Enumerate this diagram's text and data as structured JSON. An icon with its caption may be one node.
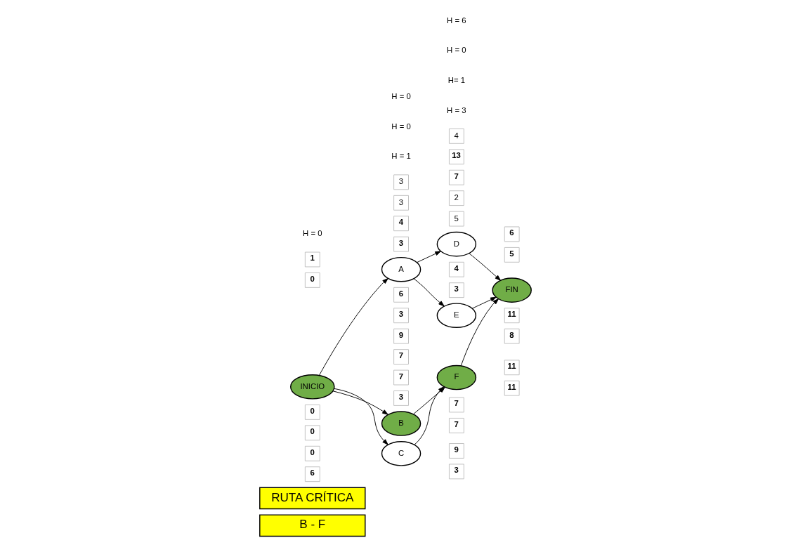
{
  "diagram": {
    "nodes": [
      {
        "text": [
          "RUTA CRÍTICA"
        ]
      },
      {
        "text": [
          "B - F"
        ]
      },
      {
        "text": [
          "INICIO"
        ]
      },
      {
        "text": [
          "A"
        ]
      },
      {
        "text": [
          "B"
        ]
      },
      {
        "text": [
          "C"
        ]
      },
      {
        "text": [
          "D"
        ]
      },
      {
        "text": [
          "E"
        ]
      },
      {
        "text": [
          "F"
        ]
      },
      {
        "text": [
          "FIN"
        ]
      },
      {
        "text": [
          "0"
        ]
      },
      {
        "text": [
          "1"
        ]
      },
      {
        "text": [
          "3"
        ]
      },
      {
        "text": [
          "4"
        ]
      },
      {
        "text": [
          "3"
        ]
      },
      {
        "text": [
          "3"
        ]
      },
      {
        "text": [
          "6"
        ]
      },
      {
        "text": [
          "8"
        ]
      },
      {
        "text": [
          "11"
        ]
      },
      {
        "text": [
          "5"
        ]
      },
      {
        "text": [
          "3"
        ]
      },
      {
        "text": [
          "4"
        ]
      },
      {
        "text": [
          "5"
        ]
      },
      {
        "text": [
          "6"
        ]
      },
      {
        "text": [
          "2"
        ]
      },
      {
        "text": [
          "0"
        ]
      },
      {
        "text": [
          "0"
        ]
      },
      {
        "text": [
          "7"
        ]
      },
      {
        "text": [
          "7"
        ]
      },
      {
        "text": [
          "0"
        ]
      },
      {
        "text": [
          "6"
        ]
      },
      {
        "text": [
          "3"
        ]
      },
      {
        "text": [
          "9"
        ]
      },
      {
        "text": [
          "3"
        ]
      },
      {
        "text": [
          "7"
        ]
      },
      {
        "text": [
          "7"
        ]
      },
      {
        "text": [
          "3"
        ]
      },
      {
        "text": [
          "9"
        ]
      },
      {
        "text": [
          "7"
        ]
      },
      {
        "text": [
          "13"
        ]
      },
      {
        "text": [
          "11"
        ]
      },
      {
        "text": [
          "11"
        ]
      },
      {
        "text": [
          "4"
        ]
      }
    ],
    "edges": [
      {
        "from": 2,
        "to": 3,
        "arrow": "to"
      },
      {
        "from": 2,
        "to": 4,
        "arrow": "to"
      },
      {
        "from": 2,
        "to": 5,
        "arrow": "to"
      },
      {
        "from": 3,
        "to": 7,
        "arrow": "to"
      },
      {
        "from": 3,
        "to": 6,
        "arrow": "to"
      },
      {
        "from": 4,
        "to": 8,
        "arrow": "to"
      },
      {
        "from": 5,
        "to": 8,
        "arrow": "to"
      },
      {
        "from": 7,
        "to": 9,
        "arrow": "to"
      },
      {
        "from": 6,
        "to": 9,
        "arrow": "to"
      },
      {
        "from": 8,
        "to": 9,
        "arrow": "to"
      }
    ],
    "labels": [
      "H = 3",
      "H = 1",
      "H = 0",
      "H= 1",
      "H = 0",
      "H = 0",
      "H = 0",
      "H = 6"
    ]
  }
}
